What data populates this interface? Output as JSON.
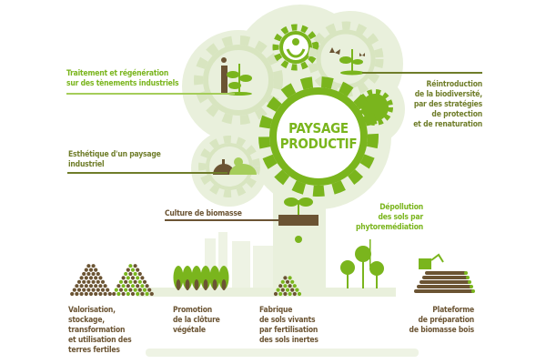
{
  "title": {
    "line1": "PAYSAGE",
    "line2": "PRODUCTIF"
  },
  "callouts": {
    "traitement": "Traitement et régénération\nsur des tènements industriels",
    "esthetique": "Esthétique d'un paysage\nindustriel",
    "culture": "Culture de biomasse",
    "reintroduction": "Réintroduction\nde la biodiversité,\npar des stratégies\nde protection\net de renaturation",
    "depollution": "Dépollution\ndes sols par\nphytoremédiation"
  },
  "bottom_labels": {
    "valorisation": "Valorisation,\nstockage,\ntransformation\net utilisation des\nterres fertiles",
    "promotion": "Promotion\nde la clôture\nvégétale",
    "fabrique": "Fabrique\nde sols vivants\npar fertilisation\ndes sols inertes",
    "plateforme": "Plateforme\nde préparation\nde biomasse bois"
  },
  "colors": {
    "green": "#7ab51d",
    "light": "#e9f0dc",
    "brown": "#6b5433"
  }
}
